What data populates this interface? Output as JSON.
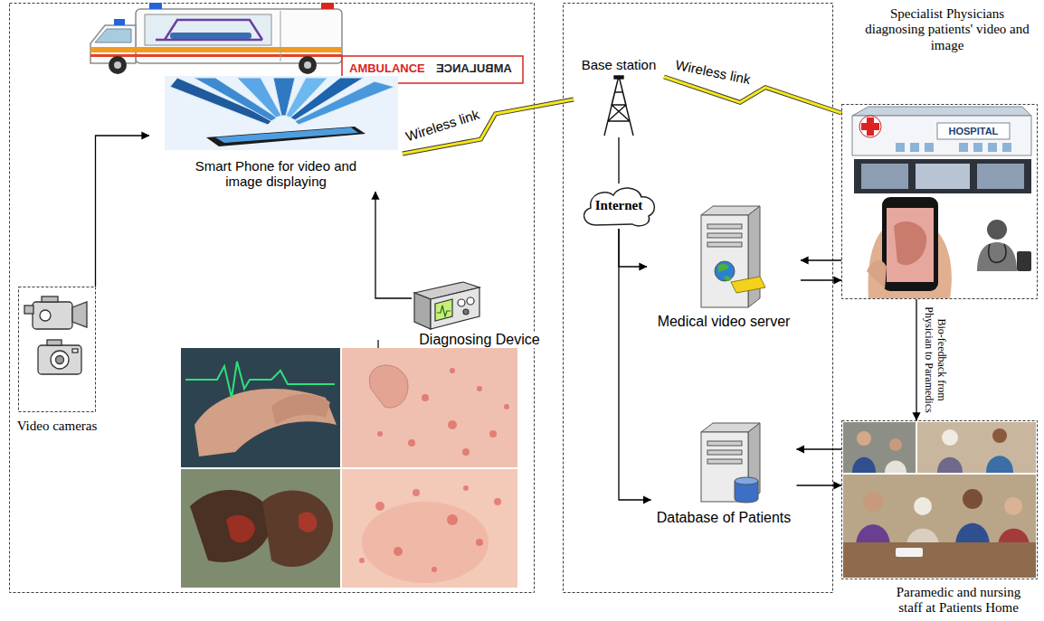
{
  "diagram": {
    "nodes": [
      {
        "text": [
          "Smart Phone for video and image displaying"
        ]
      },
      {
        "text": [
          "Video cameras"
        ]
      },
      {
        "text": [
          "Diagnosing Device"
        ]
      },
      {
        "text": [
          "Base station"
        ]
      },
      {
        "text": [
          "Internet"
        ]
      },
      {
        "text": [
          "Medical video server"
        ]
      },
      {
        "text": [
          "Database of Patients"
        ]
      },
      {
        "text": [
          "Specialist Physicians diagnosing patients' video and image"
        ]
      },
      {
        "text": [
          "Paramedic and nursing staff at Patients Home"
        ]
      }
    ],
    "edges": [
      {
        "from": 1,
        "to": 0,
        "arrow": "to"
      },
      {
        "from": 2,
        "to": 0,
        "arrow": "to"
      },
      {
        "from": 0,
        "to": 3,
        "label": "Wireless link",
        "arrow": "none"
      },
      {
        "from": 3,
        "to": 7,
        "label": "Wireless link",
        "arrow": "none"
      },
      {
        "from": 3,
        "to": 4,
        "arrow": "none"
      },
      {
        "from": 4,
        "to": 5,
        "arrow": "to"
      },
      {
        "from": 4,
        "to": 6,
        "arrow": "to"
      },
      {
        "from": 7,
        "to": 5,
        "arrow": "to"
      },
      {
        "from": 5,
        "to": 7,
        "arrow": "to"
      },
      {
        "from": 7,
        "to": 8,
        "label": "Bio-feedback from Physician to Paramedics",
        "arrow": "to"
      },
      {
        "from": 8,
        "to": 6,
        "arrow": "to"
      },
      {
        "from": 6,
        "to": 8,
        "arrow": "to"
      }
    ],
    "labels": [
      "AMBULANCE",
      "AMBULANCE",
      "HOSPITAL"
    ]
  }
}
